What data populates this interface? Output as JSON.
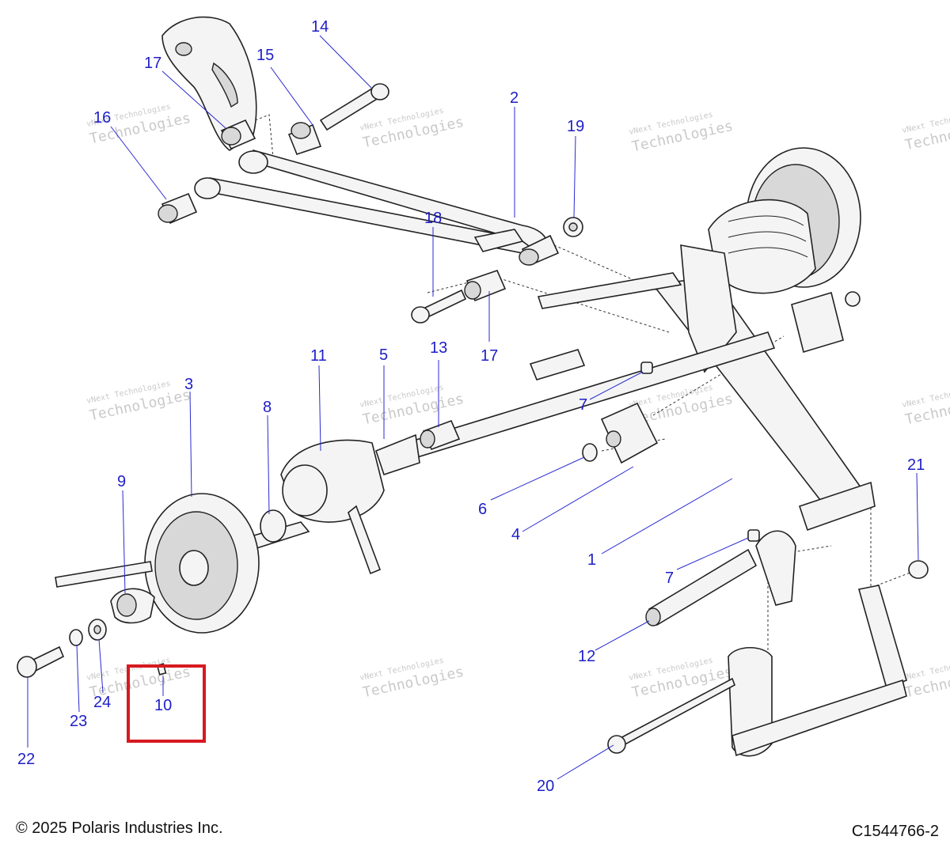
{
  "watermark": {
    "line1": "vNext Technologies",
    "line2": "Technologies"
  },
  "callouts": {
    "c1": "1",
    "c2": "2",
    "c3": "3",
    "c4": "4",
    "c5": "5",
    "c6": "6",
    "c7a": "7",
    "c7b": "7",
    "c8": "8",
    "c9": "9",
    "c10": "10",
    "c11": "11",
    "c12": "12",
    "c13": "13",
    "c14": "14",
    "c15": "15",
    "c16": "16",
    "c17a": "17",
    "c17b": "17",
    "c18": "18",
    "c19": "19",
    "c20": "20",
    "c21": "21",
    "c22": "22",
    "c23": "23",
    "c24": "24"
  },
  "highlight": {
    "target_callout": "10",
    "color": "#d71920"
  },
  "colors": {
    "callout": "#1e1ec8",
    "outline": "#222222"
  },
  "footer": {
    "copyright": "© 2025 Polaris Industries Inc.",
    "drawing_id": "C1544766-2"
  }
}
